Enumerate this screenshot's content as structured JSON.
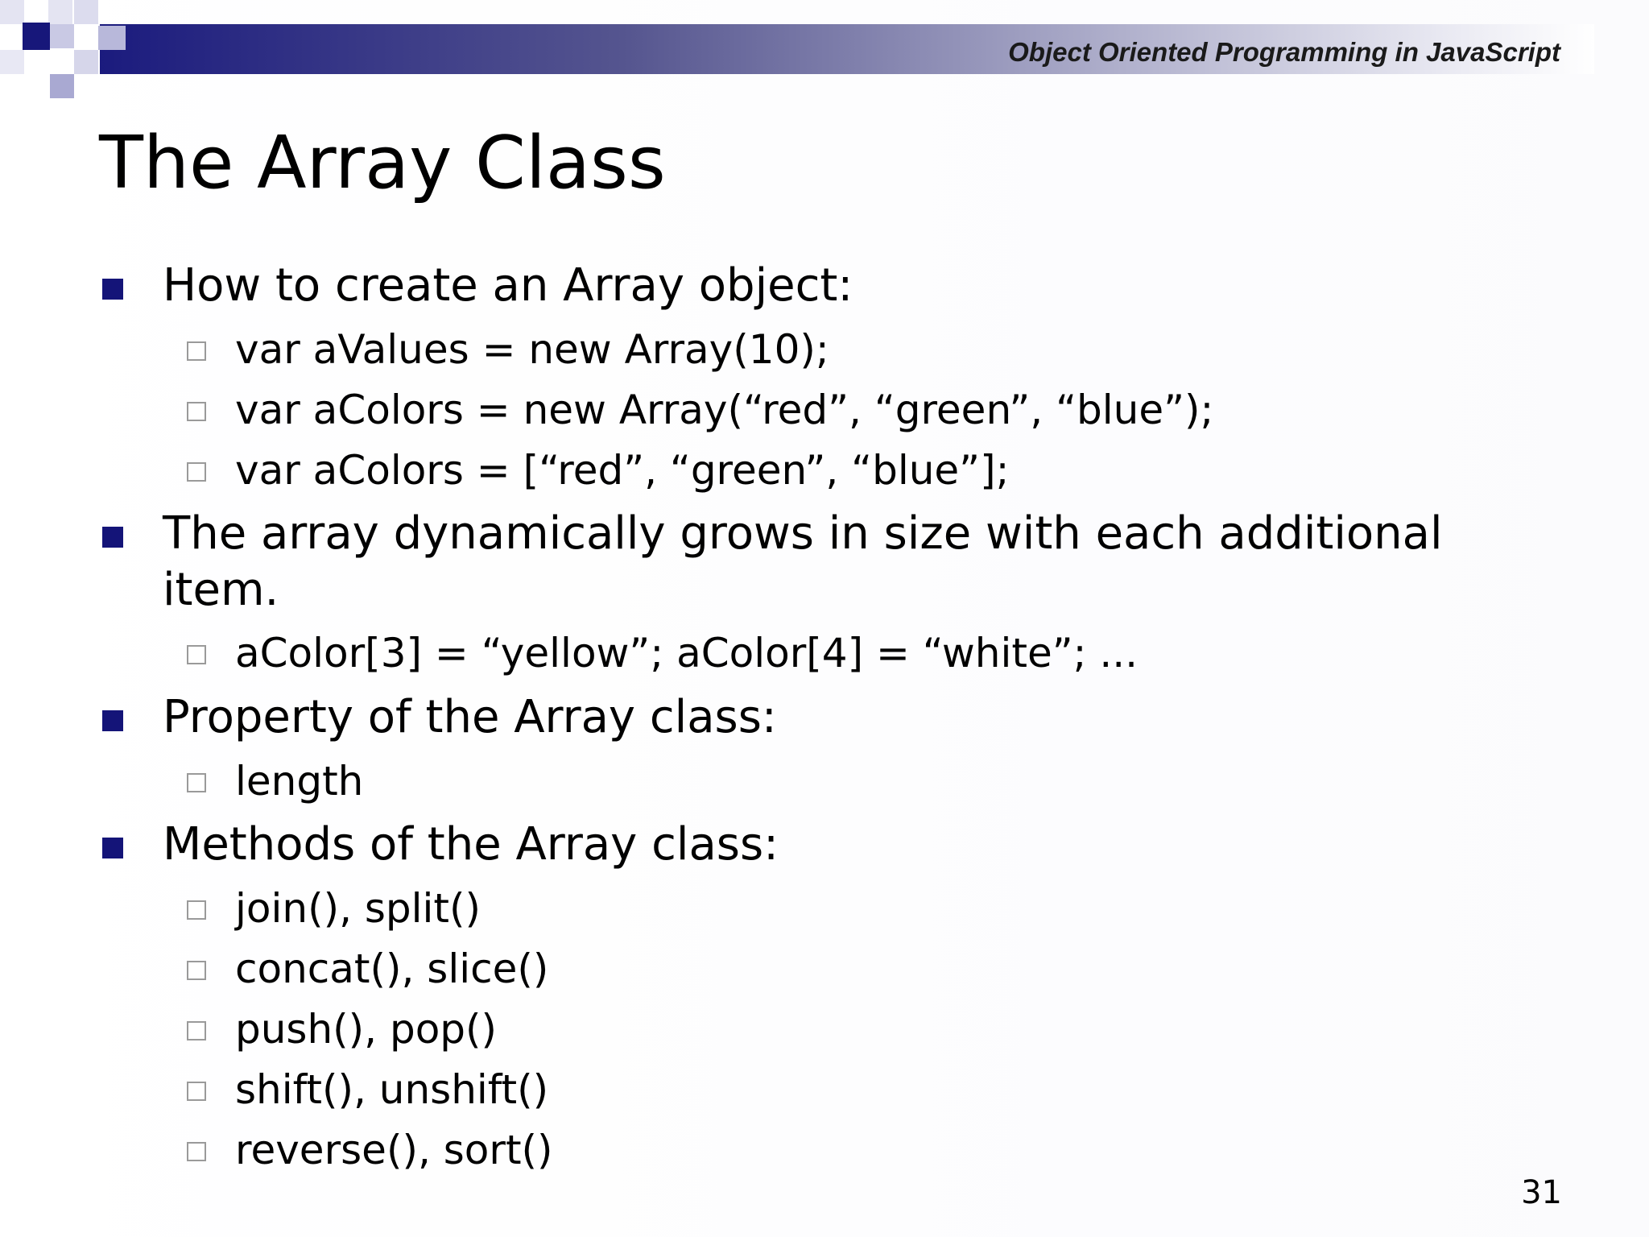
{
  "header": {
    "course_title": "Object Oriented Programming in JavaScript"
  },
  "slide": {
    "title": "The Array Class",
    "page_number": "31",
    "bullets": [
      {
        "text": "How to create an Array object:",
        "sub": [
          "var aValues = new Array(10);",
          "var aColors = new Array(“red”, “green”, “blue”);",
          "var aColors = [“red”, “green”, “blue”];"
        ]
      },
      {
        "text_line1": "The array dynamically grows in size with each additional",
        "text_line2": "item.",
        "sub": [
          "aColor[3] = “yellow”; aColor[4] = “white”; ..."
        ]
      },
      {
        "text": "Property of the Array class:",
        "sub": [
          "length"
        ]
      },
      {
        "text": "Methods of the Array class:",
        "sub": [
          "join(), split()",
          "concat(), slice()",
          "push(), pop()",
          "shift(), unshift()",
          "reverse(), sort()"
        ]
      }
    ]
  },
  "colors": {
    "accent": "#141478",
    "sub_bullet_border": "#9a9a9a"
  }
}
